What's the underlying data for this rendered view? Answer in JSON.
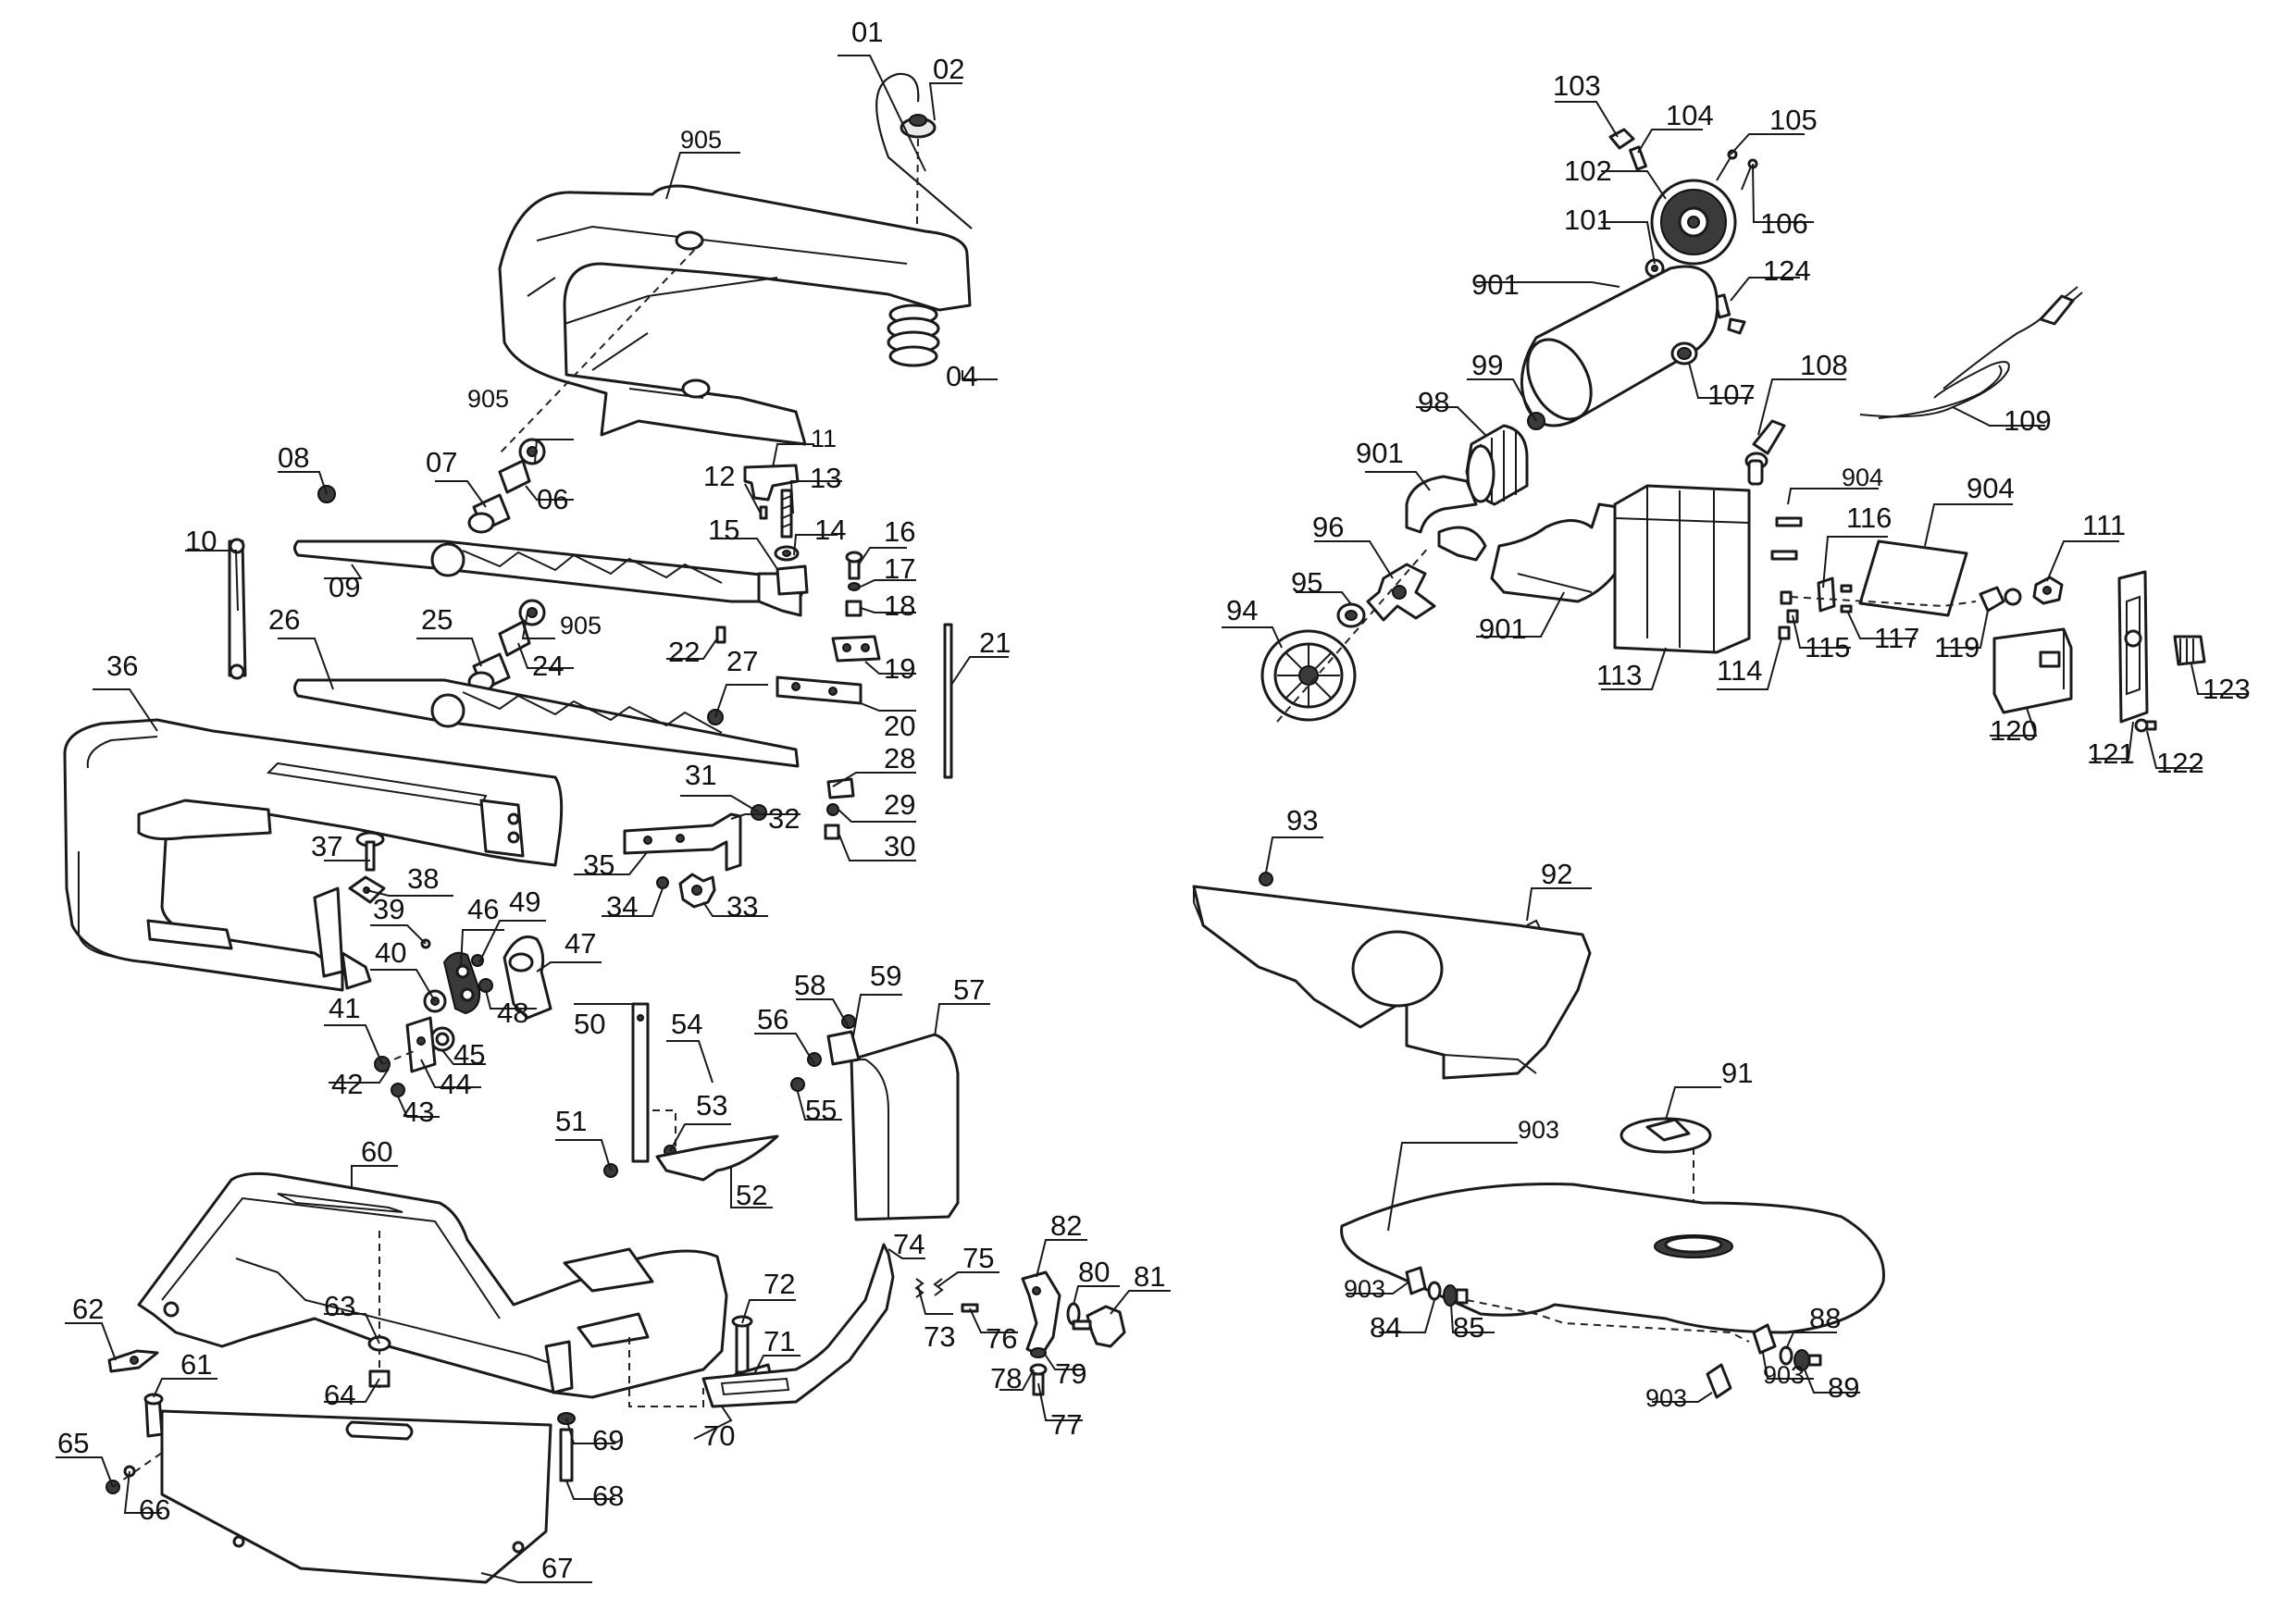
{
  "labels": {
    "p01": "01",
    "p02": "02",
    "p04": "04",
    "p06": "06",
    "p07": "07",
    "p08": "08",
    "p09": "09",
    "p10": "10",
    "p11": "11",
    "p12": "12",
    "p13": "13",
    "p14": "14",
    "p15": "15",
    "p16": "16",
    "p17": "17",
    "p18": "18",
    "p19": "19",
    "p20": "20",
    "p21": "21",
    "p22": "22",
    "p24": "24",
    "p25": "25",
    "p26": "26",
    "p27": "27",
    "p28": "28",
    "p29": "29",
    "p30": "30",
    "p31": "31",
    "p32": "32",
    "p33": "33",
    "p34": "34",
    "p35": "35",
    "p36": "36",
    "p37": "37",
    "p38": "38",
    "p39": "39",
    "p40": "40",
    "p41": "41",
    "p42": "42",
    "p43": "43",
    "p44": "44",
    "p45": "45",
    "p46": "46",
    "p47": "47",
    "p48": "48",
    "p49": "49",
    "p50": "50",
    "p51": "51",
    "p52": "52",
    "p53": "53",
    "p54": "54",
    "p55": "55",
    "p56": "56",
    "p57": "57",
    "p58": "58",
    "p59": "59",
    "p60": "60",
    "p61": "61",
    "p62": "62",
    "p63": "63",
    "p64": "64",
    "p65": "65",
    "p66": "66",
    "p67": "67",
    "p68": "68",
    "p69": "69",
    "p70": "70",
    "p71": "71",
    "p72": "72",
    "p73": "73",
    "p74": "74",
    "p75": "75",
    "p76": "76",
    "p77": "77",
    "p78": "78",
    "p79": "79",
    "p80": "80",
    "p81": "81",
    "p82": "82",
    "p84": "84",
    "p85": "85",
    "p88": "88",
    "p89": "89",
    "p91": "91",
    "p92": "92",
    "p93": "93",
    "p94": "94",
    "p95": "95",
    "p96": "96",
    "p98": "98",
    "p99": "99",
    "p101": "101",
    "p102": "102",
    "p103": "103",
    "p104": "104",
    "p105": "105",
    "p106": "106",
    "p107": "107",
    "p108": "108",
    "p109": "109",
    "p111": "111",
    "p113": "113",
    "p114": "114",
    "p115": "115",
    "p116": "116",
    "p117": "117",
    "p119": "119",
    "p120": "120",
    "p121": "121",
    "p122": "122",
    "p123": "123",
    "p124": "124",
    "p901": "901",
    "p903": "903",
    "p904": "904",
    "p905": "905"
  },
  "colors": {
    "ink": "#1a1a1a",
    "fill": "#ffffff",
    "shade": "#e9e9e9"
  }
}
